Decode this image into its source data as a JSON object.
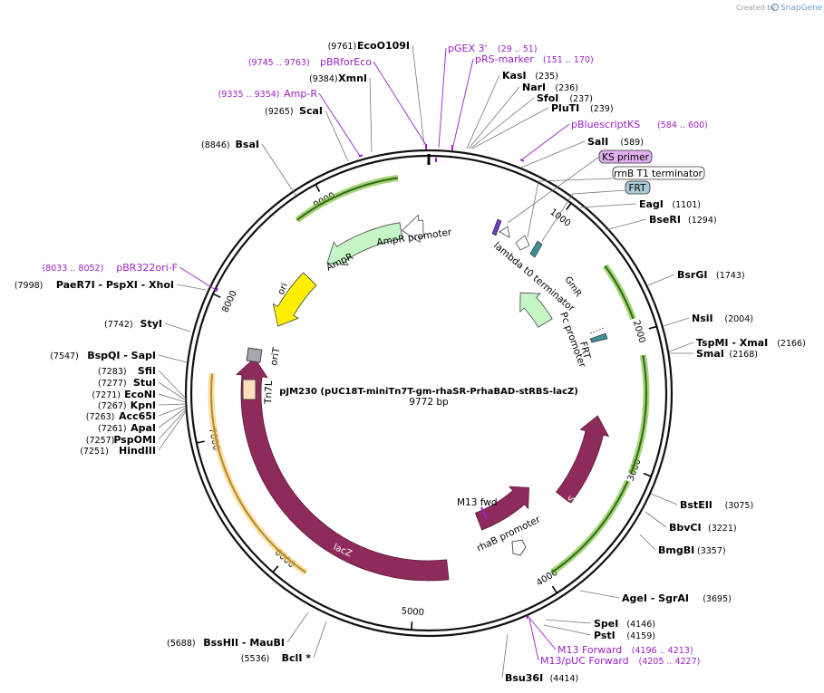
{
  "credit": {
    "prefix": "Created by",
    "brand": "SnapGene"
  },
  "plasmid": {
    "name": "pJM230 (pUC18T-miniTn7T-gm-rhaSR-PrhaBAD-stRBS-lacZ)",
    "size_label": "9772 bp"
  },
  "ticks": [
    "1000",
    "2000",
    "3000",
    "4000",
    "5000",
    "6000",
    "7000",
    "8000",
    "9000"
  ],
  "sites_right": [
    {
      "name": "KasI",
      "pos": "(235)"
    },
    {
      "name": "NarI",
      "pos": "(236)"
    },
    {
      "name": "SfoI",
      "pos": "(237)"
    },
    {
      "name": "PluTI",
      "pos": "(239)"
    },
    {
      "name": "SalI",
      "pos": "(589)"
    },
    {
      "name": "EagI",
      "pos": "(1101)"
    },
    {
      "name": "BseRI",
      "pos": "(1294)"
    },
    {
      "name": "BsrGI",
      "pos": "(1743)"
    },
    {
      "name": "NsiI",
      "pos": "(2004)"
    },
    {
      "name": "TspMI - XmaI",
      "pos": "(2166)"
    },
    {
      "name": "SmaI",
      "pos": "(2168)"
    },
    {
      "name": "BstEII",
      "pos": "(3075)"
    },
    {
      "name": "BbvCI",
      "pos": "(3221)"
    },
    {
      "name": "BmgBI",
      "pos": "(3357)"
    },
    {
      "name": "AgeI - SgrAI",
      "pos": "(3695)"
    },
    {
      "name": "SpeI",
      "pos": "(4146)"
    },
    {
      "name": "PstI",
      "pos": "(4159)"
    },
    {
      "name": "Bsu36I",
      "pos": "(4414)"
    }
  ],
  "sites_left": [
    {
      "name": "EcoO109I",
      "pos": "(9761)"
    },
    {
      "name": "XmnI",
      "pos": "(9384)"
    },
    {
      "name": "ScaI",
      "pos": "(9265)"
    },
    {
      "name": "BsaI",
      "pos": "(8846)"
    },
    {
      "name": "PaeR7I - PspXI - XhoI",
      "pos": "(7998)"
    },
    {
      "name": "StyI",
      "pos": "(7742)"
    },
    {
      "name": "BspQI - SapI",
      "pos": "(7547)"
    },
    {
      "name": "SfiI",
      "pos": "(7283)"
    },
    {
      "name": "StuI",
      "pos": "(7277)"
    },
    {
      "name": "EcoNI",
      "pos": "(7271)"
    },
    {
      "name": "KpnI",
      "pos": "(7267)"
    },
    {
      "name": "Acc65I",
      "pos": "(7263)"
    },
    {
      "name": "ApaI",
      "pos": "(7261)"
    },
    {
      "name": "PspOMI",
      "pos": "(7257)"
    },
    {
      "name": "HindIII",
      "pos": "(7251)"
    },
    {
      "name": "BssHII - MauBI",
      "pos": "(5688)"
    },
    {
      "name": "BclI *",
      "pos": "(5536)"
    }
  ],
  "primers": [
    {
      "name": "pGEX 3'",
      "pos": "(29 .. 51)"
    },
    {
      "name": "pRS-marker",
      "pos": "(151 .. 170)"
    },
    {
      "name": "pBRforEco",
      "pos": "(9745 .. 9763)"
    },
    {
      "name": "Amp-R",
      "pos": "(9335 .. 9354)"
    },
    {
      "name": "pBluescriptKS",
      "pos": "(584 .. 600)"
    },
    {
      "name": "pBR322ori-F",
      "pos": "(8033 .. 8052)"
    },
    {
      "name": "M13 Forward",
      "pos": "(4196 .. 4213)"
    },
    {
      "name": "M13/pUC Forward",
      "pos": "(4205 .. 4227)"
    }
  ],
  "boxed_labels": {
    "ks_primer": "KS primer",
    "rrnb": "rrnB T1 terminator",
    "frt": "FRT"
  },
  "features": {
    "ampr_promoter": "AmpR promoter",
    "ampr": "AmpR",
    "ori": "ori",
    "orit": "oriT",
    "tn7l": "Tn7L",
    "lacz": "lacZ",
    "m13_fwd": "M13 fwd",
    "rhab_promoter": "rhaB promoter",
    "rhas": "rhaS",
    "rhar": "rhaR",
    "frt2": "FRT",
    "pc_promoter": "Pc promoter",
    "gmr": "GmR",
    "lambda": "lambda t0 terminator"
  },
  "colors": {
    "lacz": "#8f2a5c",
    "ori": "#ffee00",
    "ampr": "#c5f5c5",
    "orf_outline": "#7ec23d",
    "orf_dark": "#2f6a1a",
    "frt": "#3f8f95",
    "tn7l": "#fde0c0",
    "orit": "#a4a7b0",
    "primer": "#9a20c8",
    "ks_fill": "#e0b0f0",
    "frt_fill": "#a8ccd6",
    "orange_outline": "#ffd27a",
    "orange_stroke": "#b08a2f"
  }
}
